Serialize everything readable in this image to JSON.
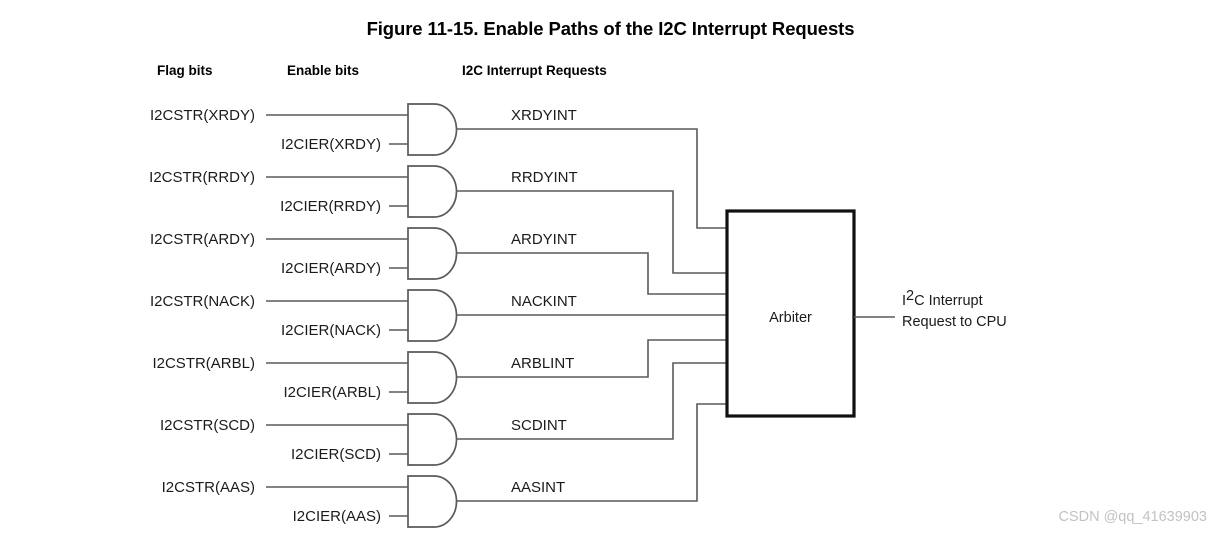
{
  "figure": {
    "title": "Figure 11-15. Enable Paths of the I2C Interrupt Requests",
    "headers": {
      "flag_bits": "Flag bits",
      "enable_bits": "Enable bits",
      "interrupt_requests": "I2C Interrupt Requests"
    },
    "arbiter": {
      "label": "Arbiter",
      "output_line1_prefix": "I",
      "output_line1_sup": "2",
      "output_line1_rest": "C Interrupt",
      "output_line2": "Request to CPU"
    },
    "rows": [
      {
        "flag": "I2CSTR(XRDY)",
        "enable": "I2CIER(XRDY)",
        "output": "XRDYINT"
      },
      {
        "flag": "I2CSTR(RRDY)",
        "enable": "I2CIER(RRDY)",
        "output": "RRDYINT"
      },
      {
        "flag": "I2CSTR(ARDY)",
        "enable": "I2CIER(ARDY)",
        "output": "ARDYINT"
      },
      {
        "flag": "I2CSTR(NACK)",
        "enable": "I2CIER(NACK)",
        "output": "NACKINT"
      },
      {
        "flag": "I2CSTR(ARBL)",
        "enable": "I2CIER(ARBL)",
        "output": "ARBLINT"
      },
      {
        "flag": "I2CSTR(SCD)",
        "enable": "I2CIER(SCD)",
        "output": "SCDINT"
      },
      {
        "flag": "I2CSTR(AAS)",
        "enable": "I2CIER(AAS)",
        "output": "AASINT"
      }
    ],
    "watermark": "CSDN @qq_41639903",
    "colors": {
      "wire": "#5a5a5a",
      "box_border": "#111111",
      "text": "#1b1b1b",
      "watermark": "#c2c2c2",
      "background": "#ffffff"
    }
  }
}
